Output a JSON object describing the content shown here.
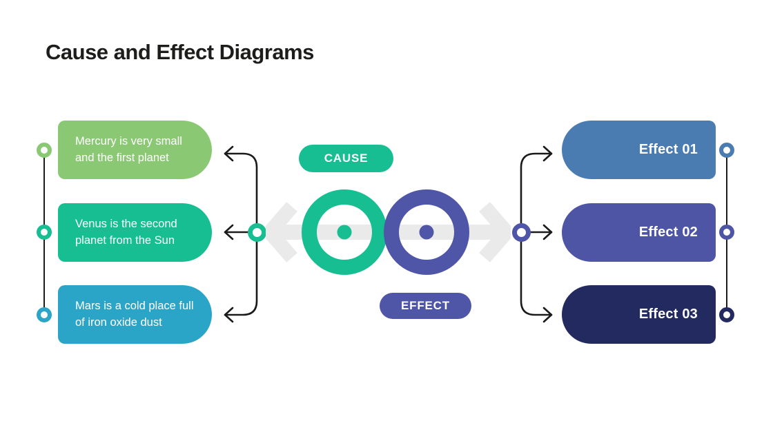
{
  "slide": {
    "title": "Cause and Effect Diagrams"
  },
  "center": {
    "cause_label": "CAUSE",
    "effect_label": "EFFECT",
    "cause_color": "#17BE92",
    "effect_color": "#4F55A7",
    "arrow_gray": "#EAEAEA"
  },
  "connector_color": "#1a1a1a",
  "causes": [
    {
      "text": "Mercury is very small and the first planet",
      "color": "#8BC874"
    },
    {
      "text": "Venus is the second planet from the Sun",
      "color": "#17BE92"
    },
    {
      "text": "Mars is a cold place full of iron oxide dust",
      "color": "#2BA5C7"
    }
  ],
  "effects": [
    {
      "label": "Effect 01",
      "color": "#4A7BB1"
    },
    {
      "label": "Effect 02",
      "color": "#4E55A5"
    },
    {
      "label": "Effect 03",
      "color": "#232A5F"
    }
  ]
}
